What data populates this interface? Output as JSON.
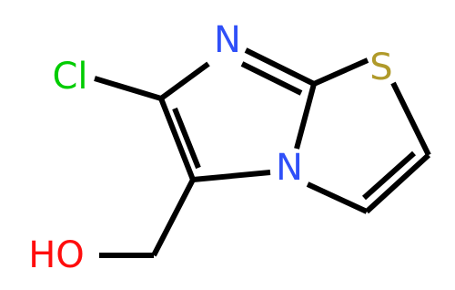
{
  "molecule": {
    "atoms": {
      "cl": {
        "symbol": "Cl",
        "color": "#00cc00"
      },
      "n_top": {
        "symbol": "N",
        "color": "#3050f8"
      },
      "n_bridge": {
        "symbol": "N",
        "color": "#3050f8"
      },
      "s": {
        "symbol": "S",
        "color": "#b09a2a"
      },
      "oh": {
        "symbol": "HO",
        "color": "#ff0d0d"
      }
    },
    "bond_color": "#000000"
  }
}
